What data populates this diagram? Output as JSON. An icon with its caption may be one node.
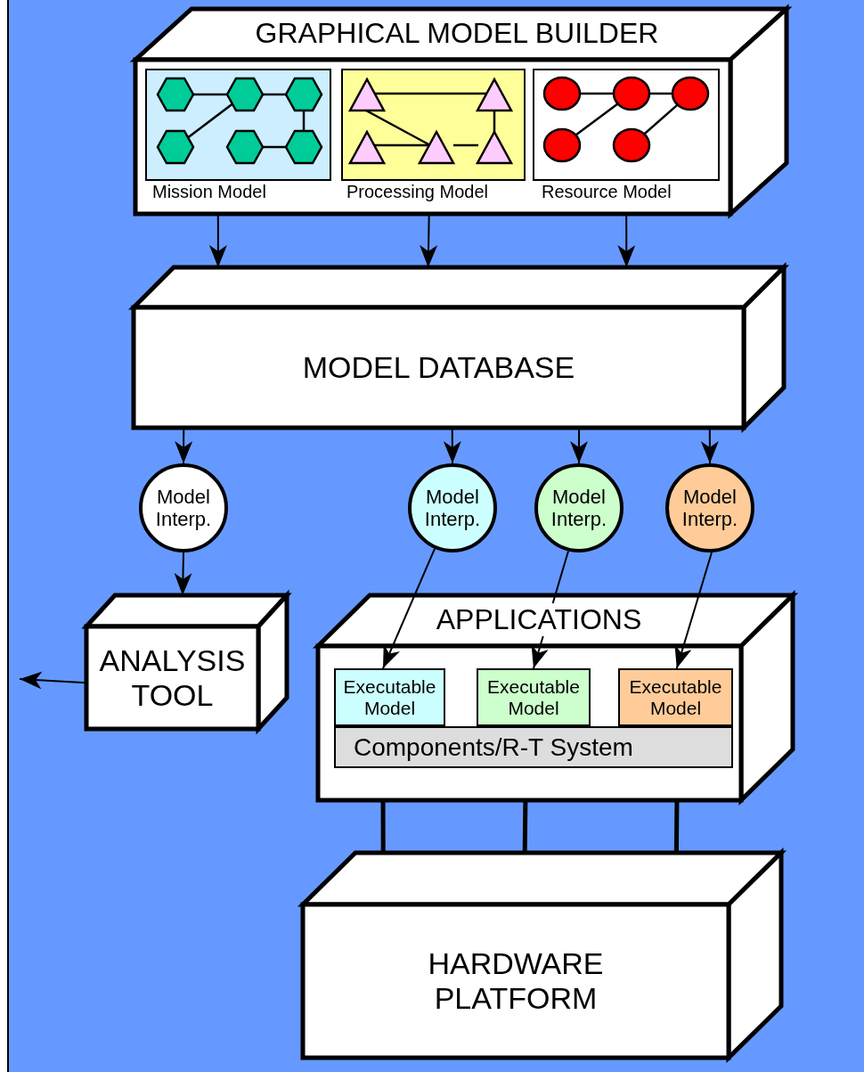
{
  "diagram": {
    "nodes": [
      {
        "text": [
          "GRAPHICAL MODEL BUILDER"
        ]
      },
      {
        "text": [
          "Mission Model"
        ],
        "in": 0
      },
      {
        "text": [
          "Processing Model"
        ],
        "in": 0
      },
      {
        "text": [
          "Resource Model"
        ],
        "in": 0
      },
      {
        "text": [
          "MODEL DATABASE"
        ]
      },
      {
        "text": [
          "Model Interp."
        ]
      },
      {
        "text": [
          "Model Interp."
        ]
      },
      {
        "text": [
          "Model Interp."
        ]
      },
      {
        "text": [
          "Model Interp."
        ]
      },
      {
        "text": [
          "ANALYSIS TOOL"
        ]
      },
      {
        "text": [
          "APPLICATIONS"
        ]
      },
      {
        "text": [
          "Executable Model"
        ],
        "in": 10
      },
      {
        "text": [
          "Executable Model"
        ],
        "in": 10
      },
      {
        "text": [
          "Executable Model"
        ],
        "in": 10
      },
      {
        "text": [
          "Components/R-T System"
        ],
        "in": 10
      },
      {
        "text": [
          "HARDWARE PLATFORM"
        ]
      }
    ],
    "edges": [
      {
        "from": 0,
        "to": 4,
        "arrow": "to"
      },
      {
        "from": 0,
        "to": 4,
        "arrow": "to"
      },
      {
        "from": 0,
        "to": 4,
        "arrow": "to"
      },
      {
        "from": 4,
        "to": 5,
        "arrow": "to"
      },
      {
        "from": 4,
        "to": 6,
        "arrow": "to"
      },
      {
        "from": 4,
        "to": 7,
        "arrow": "to"
      },
      {
        "from": 4,
        "to": 8,
        "arrow": "to"
      },
      {
        "from": 5,
        "to": 9,
        "arrow": "to"
      },
      {
        "from": 9,
        "to": null,
        "arrow": "to"
      },
      {
        "from": 6,
        "to": 11,
        "arrow": "to"
      },
      {
        "from": 7,
        "to": 12,
        "arrow": "to"
      },
      {
        "from": 8,
        "to": 13,
        "arrow": "to"
      },
      {
        "from": 10,
        "to": 15,
        "arrow": "none",
        "style": "thick"
      },
      {
        "from": 10,
        "to": 15,
        "arrow": "none",
        "style": "thick"
      },
      {
        "from": 10,
        "to": 15,
        "arrow": "none",
        "style": "thick"
      }
    ]
  }
}
